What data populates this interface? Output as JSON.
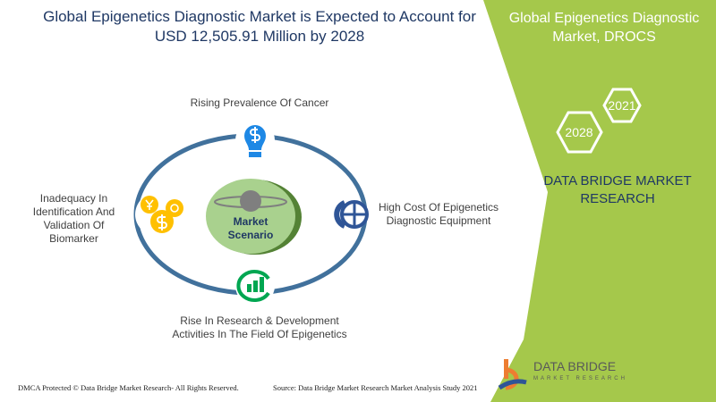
{
  "header": {
    "title": "Global Epigenetics Diagnostic Market is Expected to Account for USD 12,505.91 Million by 2028"
  },
  "side": {
    "title": "Global Epigenetics Diagnostic Market, DROCS",
    "year_a": "2021",
    "year_b": "2028",
    "brand": "DATA BRIDGE MARKET RESEARCH"
  },
  "diagram": {
    "center": "Market Scenario",
    "top": "Rising Prevalence Of Cancer",
    "right": "High Cost Of Epigenetics Diagnostic Equipment",
    "bottom": "Rise In Research & Development Activities In The Field Of Epigenetics",
    "left": "Inadequacy In Identification And Validation Of Biomarker"
  },
  "logo": {
    "name": "DATA BRIDGE",
    "sub": "MARKET RESEARCH"
  },
  "footer": {
    "left": "DMCA Protected © Data Bridge Market Research- All Rights Reserved.",
    "right": "Source: Data Bridge Market Research Market Analysis Study 2021"
  },
  "colors": {
    "green": "#a5c84b",
    "navy": "#1f3864",
    "ring": "#41719c"
  }
}
